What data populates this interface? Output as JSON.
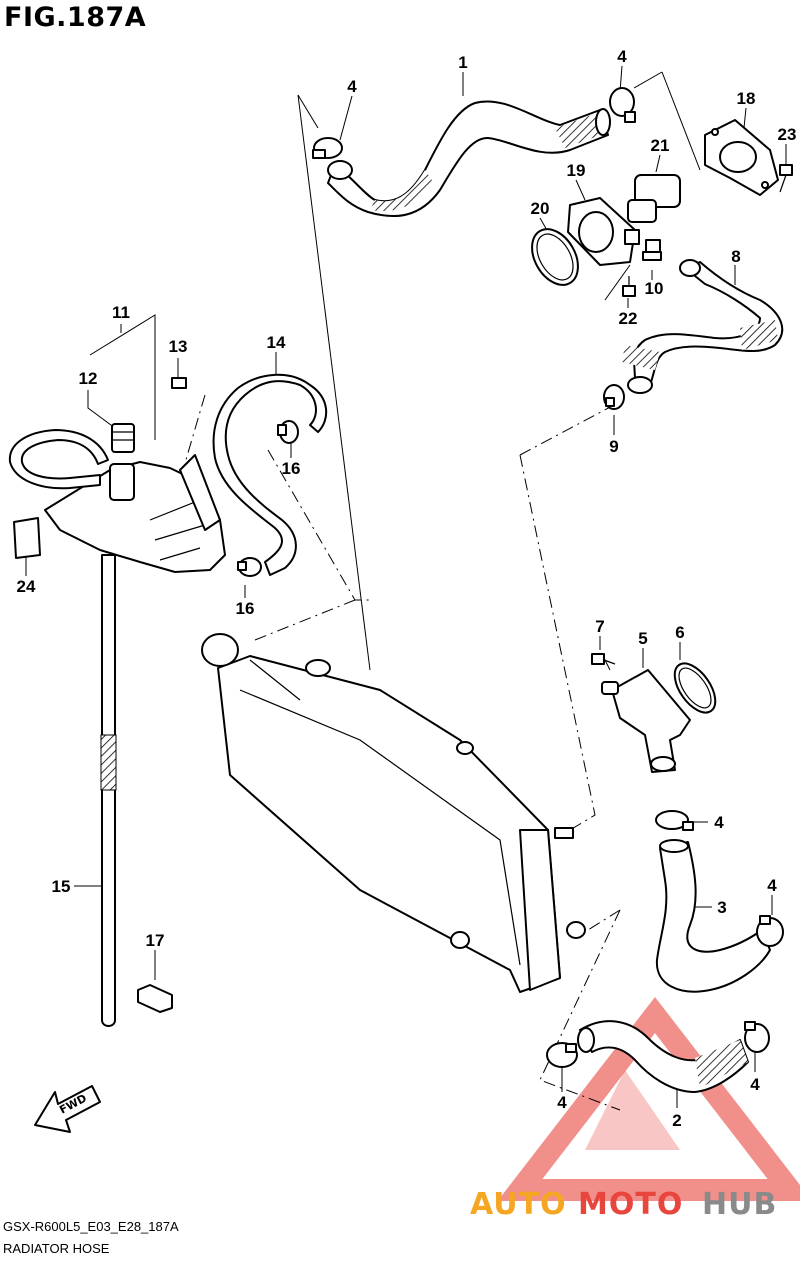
{
  "figure": {
    "title": "FIG.187A",
    "code": "GSX-R600L5_E03_E28_187A",
    "name": "RADIATOR HOSE",
    "fwd_label": "FWD"
  },
  "callouts": [
    {
      "id": "c1",
      "label": "1"
    },
    {
      "id": "c2",
      "label": "2"
    },
    {
      "id": "c3",
      "label": "3"
    },
    {
      "id": "c4a",
      "label": "4"
    },
    {
      "id": "c4b",
      "label": "4"
    },
    {
      "id": "c4c",
      "label": "4"
    },
    {
      "id": "c4d",
      "label": "4"
    },
    {
      "id": "c4e",
      "label": "4"
    },
    {
      "id": "c4f",
      "label": "4"
    },
    {
      "id": "c5",
      "label": "5"
    },
    {
      "id": "c6",
      "label": "6"
    },
    {
      "id": "c7",
      "label": "7"
    },
    {
      "id": "c8",
      "label": "8"
    },
    {
      "id": "c9",
      "label": "9"
    },
    {
      "id": "c10",
      "label": "10"
    },
    {
      "id": "c11",
      "label": "11"
    },
    {
      "id": "c12",
      "label": "12"
    },
    {
      "id": "c13",
      "label": "13"
    },
    {
      "id": "c14",
      "label": "14"
    },
    {
      "id": "c15",
      "label": "15"
    },
    {
      "id": "c16a",
      "label": "16"
    },
    {
      "id": "c16b",
      "label": "16"
    },
    {
      "id": "c17",
      "label": "17"
    },
    {
      "id": "c18",
      "label": "18"
    },
    {
      "id": "c19",
      "label": "19"
    },
    {
      "id": "c20",
      "label": "20"
    },
    {
      "id": "c21",
      "label": "21"
    },
    {
      "id": "c22",
      "label": "22"
    },
    {
      "id": "c23",
      "label": "23"
    },
    {
      "id": "c24",
      "label": "24"
    }
  ],
  "watermark": {
    "part1": "AUTO",
    "part2": "MOTO",
    "part3": "HUB",
    "color_orange": "#f5a623",
    "color_red": "#e8453c",
    "color_gray": "#8a8a8a"
  }
}
